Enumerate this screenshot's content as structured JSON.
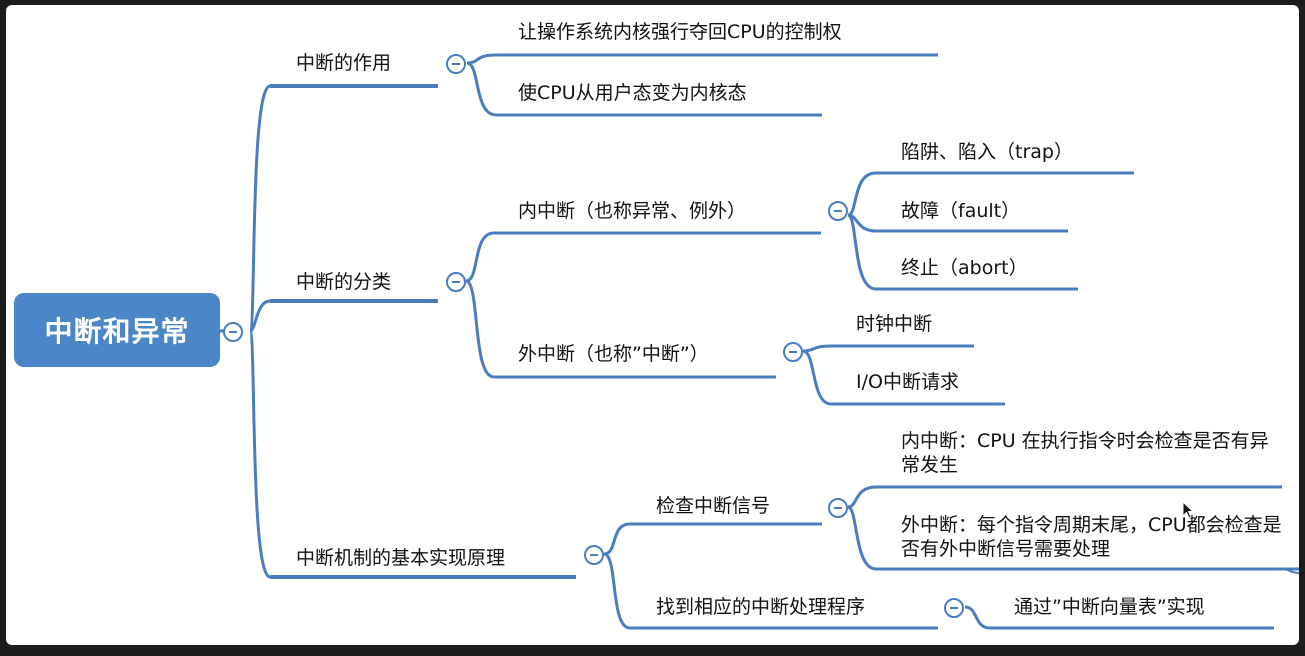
{
  "mindmap": {
    "root": "中断和异常",
    "branches": [
      {
        "label": "中断的作用",
        "children": [
          "让操作系统内核强行夺回CPU的控制权",
          "使CPU从用户态变为内核态"
        ]
      },
      {
        "label": "中断的分类",
        "internal": {
          "label": "内中断（也称异常、例外）",
          "children": [
            "陷阱、陷入（trap）",
            "故障（fault）",
            "终止（abort）"
          ]
        },
        "external": {
          "label": "外中断（也称”中断”）",
          "children": [
            "时钟中断",
            "I/O中断请求"
          ]
        }
      },
      {
        "label": "中断机制的基本实现原理",
        "check": {
          "label": "检查中断信号",
          "children": [
            "内中断：CPU 在执行指令时会检查是否有异常发生",
            "外中断：每个指令周期末尾，CPU都会检查是否有外中断信号需要处理"
          ]
        },
        "handler": {
          "label": "找到相应的中断处理程序",
          "children": [
            "通过”中断向量表”实现"
          ]
        }
      }
    ]
  },
  "colors": {
    "line": "#4a7dbf",
    "root": "#4b86c8"
  }
}
